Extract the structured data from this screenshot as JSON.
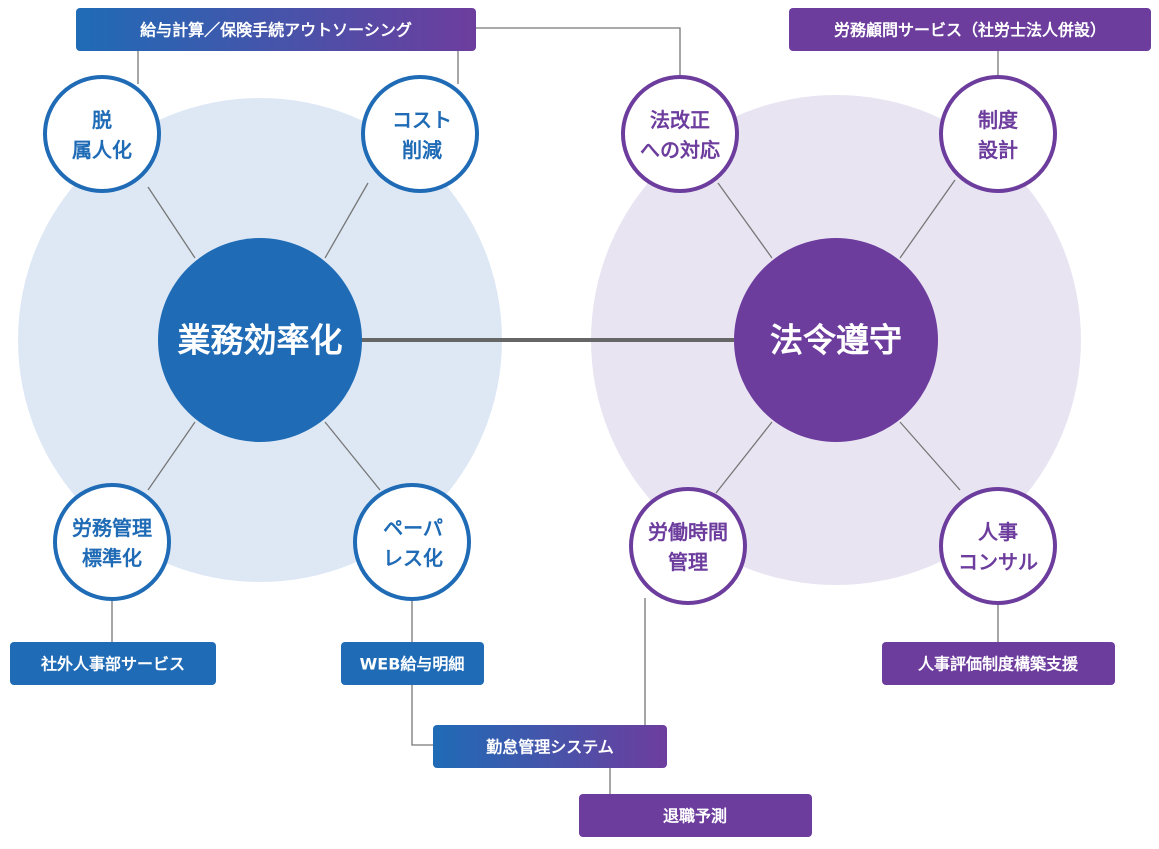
{
  "hubs": {
    "left": "業務効率化",
    "right": "法令遵守"
  },
  "nodes": {
    "datsu_zokujin": [
      "脱",
      "属人化"
    ],
    "cost_sakugen": [
      "コスト",
      "削減"
    ],
    "roumu_kanri": [
      "労務管理",
      "標準化"
    ],
    "paperless": [
      "ペーパ",
      "レス化"
    ],
    "houkaisei": [
      "法改正",
      "への対応"
    ],
    "seido_sekkei": [
      "制度",
      "設計"
    ],
    "roudou_jikan": [
      "労働時間",
      "管理"
    ],
    "jinji_consul": [
      "人事",
      "コンサル"
    ]
  },
  "services": {
    "kyuyo_keisan": "給与計算／保険手続アウトソーシング",
    "roumu_komon": "労務顧問サービス（社労士法人併設）",
    "shagai_jinjibu": "社外人事部サービス",
    "web_meisai": "WEB給与明細",
    "jinji_hyouka": "人事評価制度構築支援",
    "kintai_system": "勤怠管理システム",
    "taishoku_yosoku": "退職予測"
  },
  "colors": {
    "blue": "#1f6bb6",
    "purple": "#6d3d9e",
    "blue_halo": "#dde8f4",
    "purple_halo": "#e9e4f2",
    "connector": "#777777"
  }
}
